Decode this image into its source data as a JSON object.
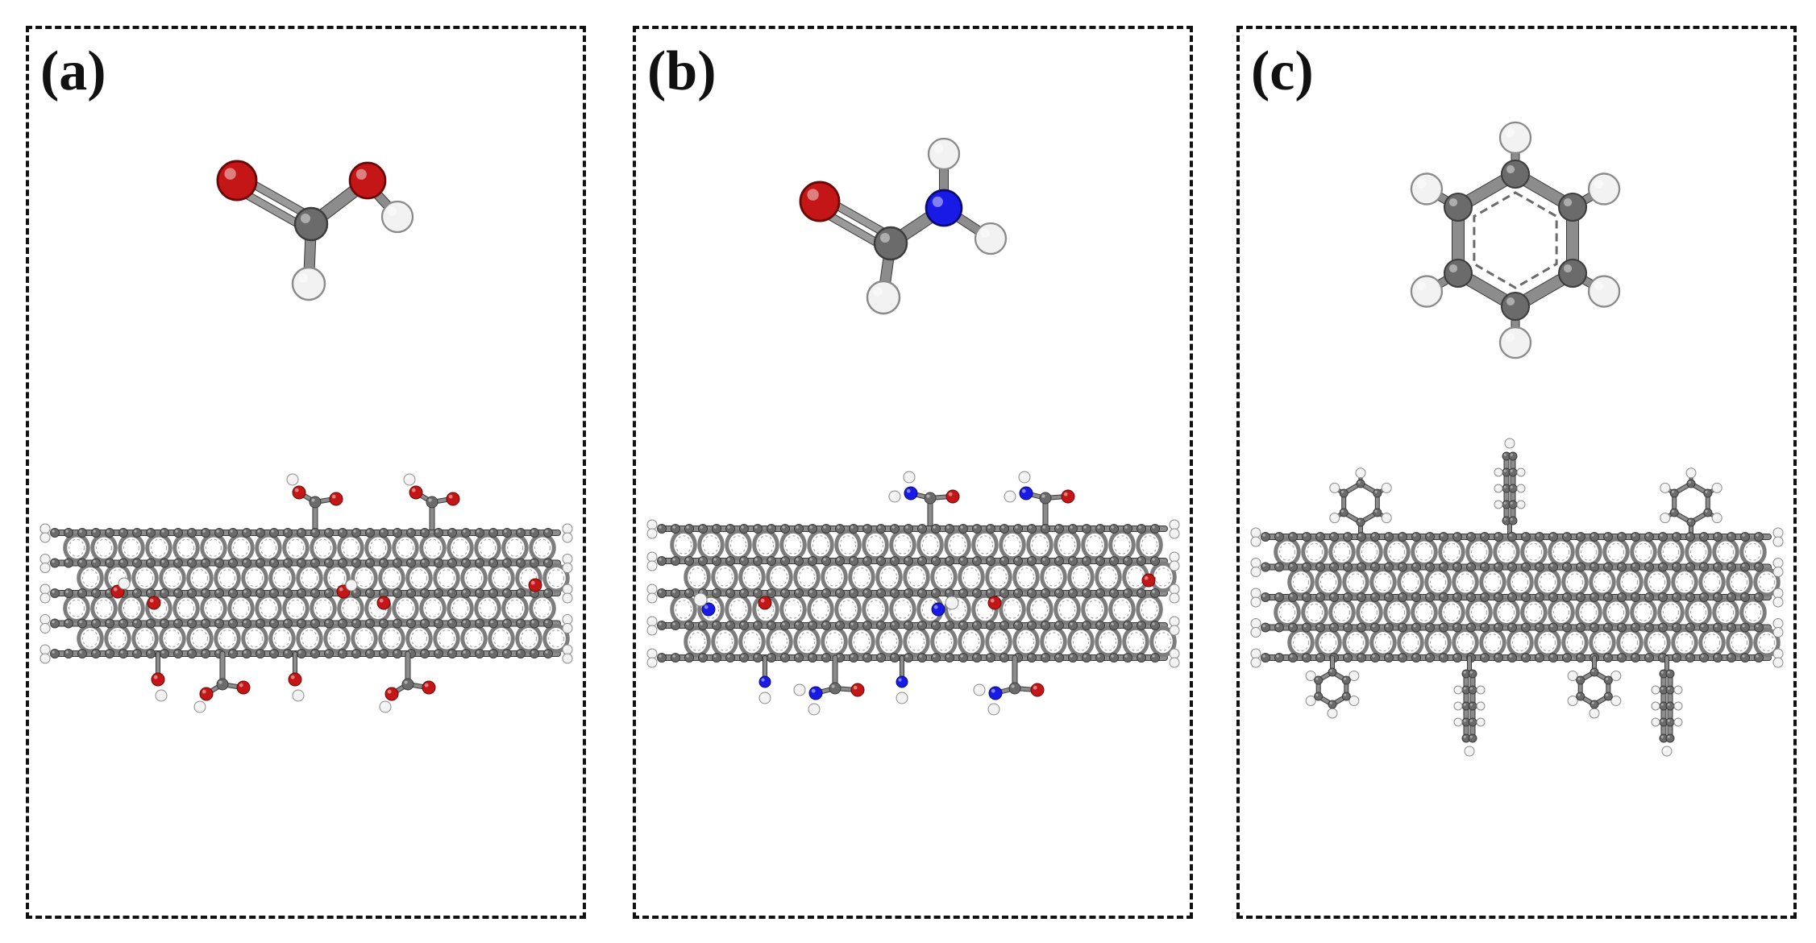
{
  "panels": [
    {
      "label": "(a)",
      "molecule": "formic-acid",
      "substituent": "carboxyl"
    },
    {
      "label": "(b)",
      "molecule": "formamide",
      "substituent": "amide"
    },
    {
      "label": "(c)",
      "molecule": "benzene",
      "substituent": "phenyl"
    }
  ],
  "colors": {
    "carbon": "#6b6b6b",
    "oxygen": "#c41616",
    "nitrogen": "#1a1ae6",
    "hydrogen": "#f2f2f2",
    "border": "#111111"
  }
}
